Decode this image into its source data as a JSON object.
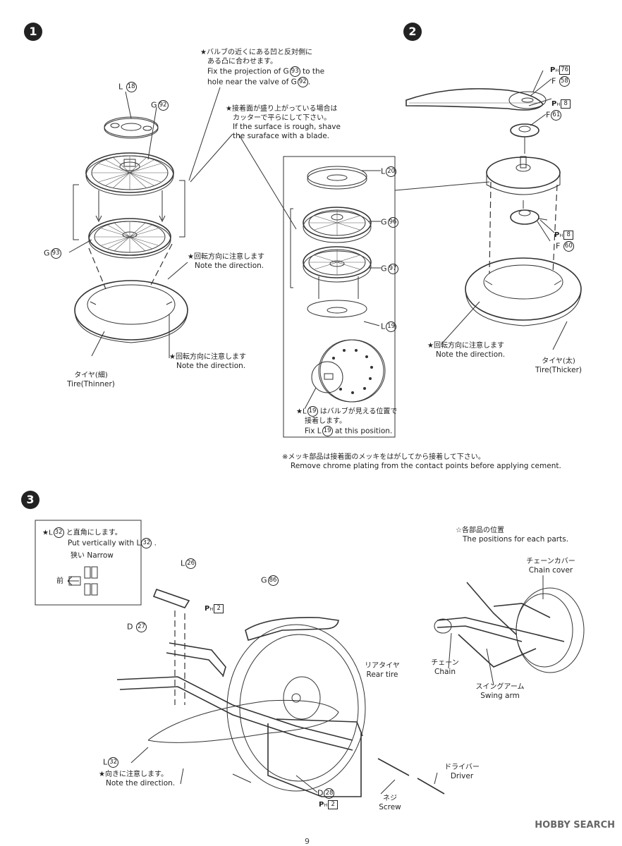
{
  "steps": {
    "s1": "1",
    "s2": "2",
    "s3": "3"
  },
  "step1": {
    "note_valve_ja1": "★バルブの近くにある凹と反対側に",
    "note_valve_ja2": "ある凸に合わせます。",
    "note_valve_en1": "Fix the projection of G",
    "note_valve_en1_num": "93",
    "note_valve_en1_tail": " to the",
    "note_valve_en2": "hole near the valve of G",
    "note_valve_en2_num": "92",
    "note_valve_en2_tail": ".",
    "note_surface_ja1": "★接着面が盛り上がっている場合は",
    "note_surface_ja2": "カッターで平らにして下さい。",
    "note_surface_en1": "If the surface is rough, shave",
    "note_surface_en2": "the suraface with a blade.",
    "part_l18_prefix": "L",
    "part_l18_num": "18",
    "part_g92_prefix": "G",
    "part_g92_num": "92",
    "part_g93_prefix": "G",
    "part_g93_num": "93",
    "dir_ja_a": "★回転方向に注意します",
    "dir_en_a": "Note the direction.",
    "dir_ja_b": "★回転方向に注意します",
    "dir_en_b": "Note the direction.",
    "tire_ja": "タイヤ(細)",
    "tire_en": "Tire(Thinner)",
    "part_l20_prefix": "L",
    "part_l20_num": "20",
    "part_g96_prefix": "G",
    "part_g96_num": "96",
    "part_g97_prefix": "G",
    "part_g97_num": "97",
    "part_l19_prefix": "L",
    "part_l19_num": "19",
    "fix_ja_a": "★L",
    "fix_ja_num": "19",
    "fix_ja_b": " はバルブが見える位置で",
    "fix_ja_c": "接着します。",
    "fix_en_a": "Fix L",
    "fix_en_num": "19",
    "fix_en_b": "  at this position.",
    "chrome_ja": "※メッキ部品は接着面のメッキをはがしてから接着して下さい。",
    "chrome_en": "Remove chrome plating from the contact points before applying cement."
  },
  "step2": {
    "ph76_prefix": "P",
    "ph76_sub": "H",
    "ph76_num": "76",
    "f58_prefix": "F",
    "f58_num": "58",
    "ph8a_prefix": "P",
    "ph8a_sub": "H",
    "ph8a_num": "8",
    "f61_prefix": "F",
    "f61_num": "61",
    "ph8b_prefix": "P",
    "ph8b_sub": "H",
    "ph8b_num": "8",
    "f60_prefix": "F",
    "f60_num": "60",
    "dir_ja": "★回転方向に注意します",
    "dir_en": "Note the direction.",
    "tire_ja": "タイヤ(太)",
    "tire_en": "Tire(Thicker)"
  },
  "step3": {
    "inset_ja_a": "★L",
    "inset_ja_num": "32",
    "inset_ja_b": " と直角にします。",
    "inset_en_a": "Put vertically with L",
    "inset_en_num": "32",
    "inset_en_b": " .",
    "narrow_ja": "狭い",
    "narrow_en": "Narrow",
    "front_ja": "前",
    "part_l26_prefix": "L",
    "part_l26_num": "26",
    "part_g86_prefix": "G",
    "part_g86_num": "86",
    "ph2a_prefix": "P",
    "ph2a_sub": "H",
    "ph2a_num": "2",
    "part_d27_prefix": "D",
    "part_d27_num": "27",
    "rear_tire_ja": "リアタイヤ",
    "rear_tire_en": "Rear tire",
    "part_l32_prefix": "L",
    "part_l32_num": "32",
    "dir_ja": "★向きに注意します。",
    "dir_en": "Note the direction.",
    "part_d28_prefix": "D",
    "part_d28_num": "28",
    "ph2b_prefix": "P",
    "ph2b_sub": "H",
    "ph2b_num": "2",
    "screw_ja": "ネジ",
    "screw_en": "Screw",
    "driver_ja": "ドライバー",
    "driver_en": "Driver",
    "positions_ja": "☆各部品の位置",
    "positions_en": "The positions for each parts.",
    "chain_cover_ja": "チェーンカバー",
    "chain_cover_en": "Chain cover",
    "chain_ja": "チェーン",
    "chain_en": "Chain",
    "swing_ja": "スイングアーム",
    "swing_en": "Swing arm"
  },
  "footer": {
    "page_number": "9",
    "watermark": "HOBBY SEARCH"
  }
}
